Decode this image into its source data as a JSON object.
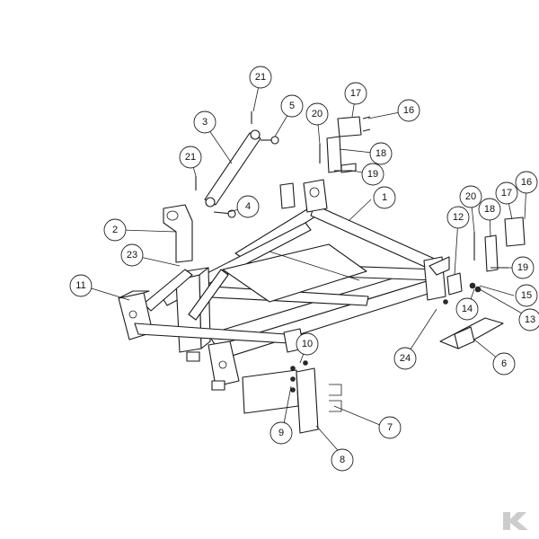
{
  "diagram": {
    "callouts": [
      {
        "id": "c1",
        "label": "1"
      },
      {
        "id": "c2",
        "label": "2"
      },
      {
        "id": "c3",
        "label": "3"
      },
      {
        "id": "c4",
        "label": "4"
      },
      {
        "id": "c5",
        "label": "5"
      },
      {
        "id": "c6",
        "label": "6"
      },
      {
        "id": "c7",
        "label": "7"
      },
      {
        "id": "c8",
        "label": "8"
      },
      {
        "id": "c9",
        "label": "9"
      },
      {
        "id": "c10",
        "label": "10"
      },
      {
        "id": "c11",
        "label": "11"
      },
      {
        "id": "c12",
        "label": "12"
      },
      {
        "id": "c13",
        "label": "13"
      },
      {
        "id": "c14",
        "label": "14"
      },
      {
        "id": "c15",
        "label": "15"
      },
      {
        "id": "c16a",
        "label": "16"
      },
      {
        "id": "c16b",
        "label": "16"
      },
      {
        "id": "c17a",
        "label": "17"
      },
      {
        "id": "c17b",
        "label": "17"
      },
      {
        "id": "c18a",
        "label": "18"
      },
      {
        "id": "c18b",
        "label": "18"
      },
      {
        "id": "c19a",
        "label": "19"
      },
      {
        "id": "c19b",
        "label": "19"
      },
      {
        "id": "c20a",
        "label": "20"
      },
      {
        "id": "c20b",
        "label": "20"
      },
      {
        "id": "c21a",
        "label": "21"
      },
      {
        "id": "c21b",
        "label": "21"
      },
      {
        "id": "c23",
        "label": "23"
      },
      {
        "id": "c24",
        "label": "24"
      }
    ]
  },
  "logo": {
    "name": "brand-logo-icon",
    "color": "#cccccc"
  }
}
